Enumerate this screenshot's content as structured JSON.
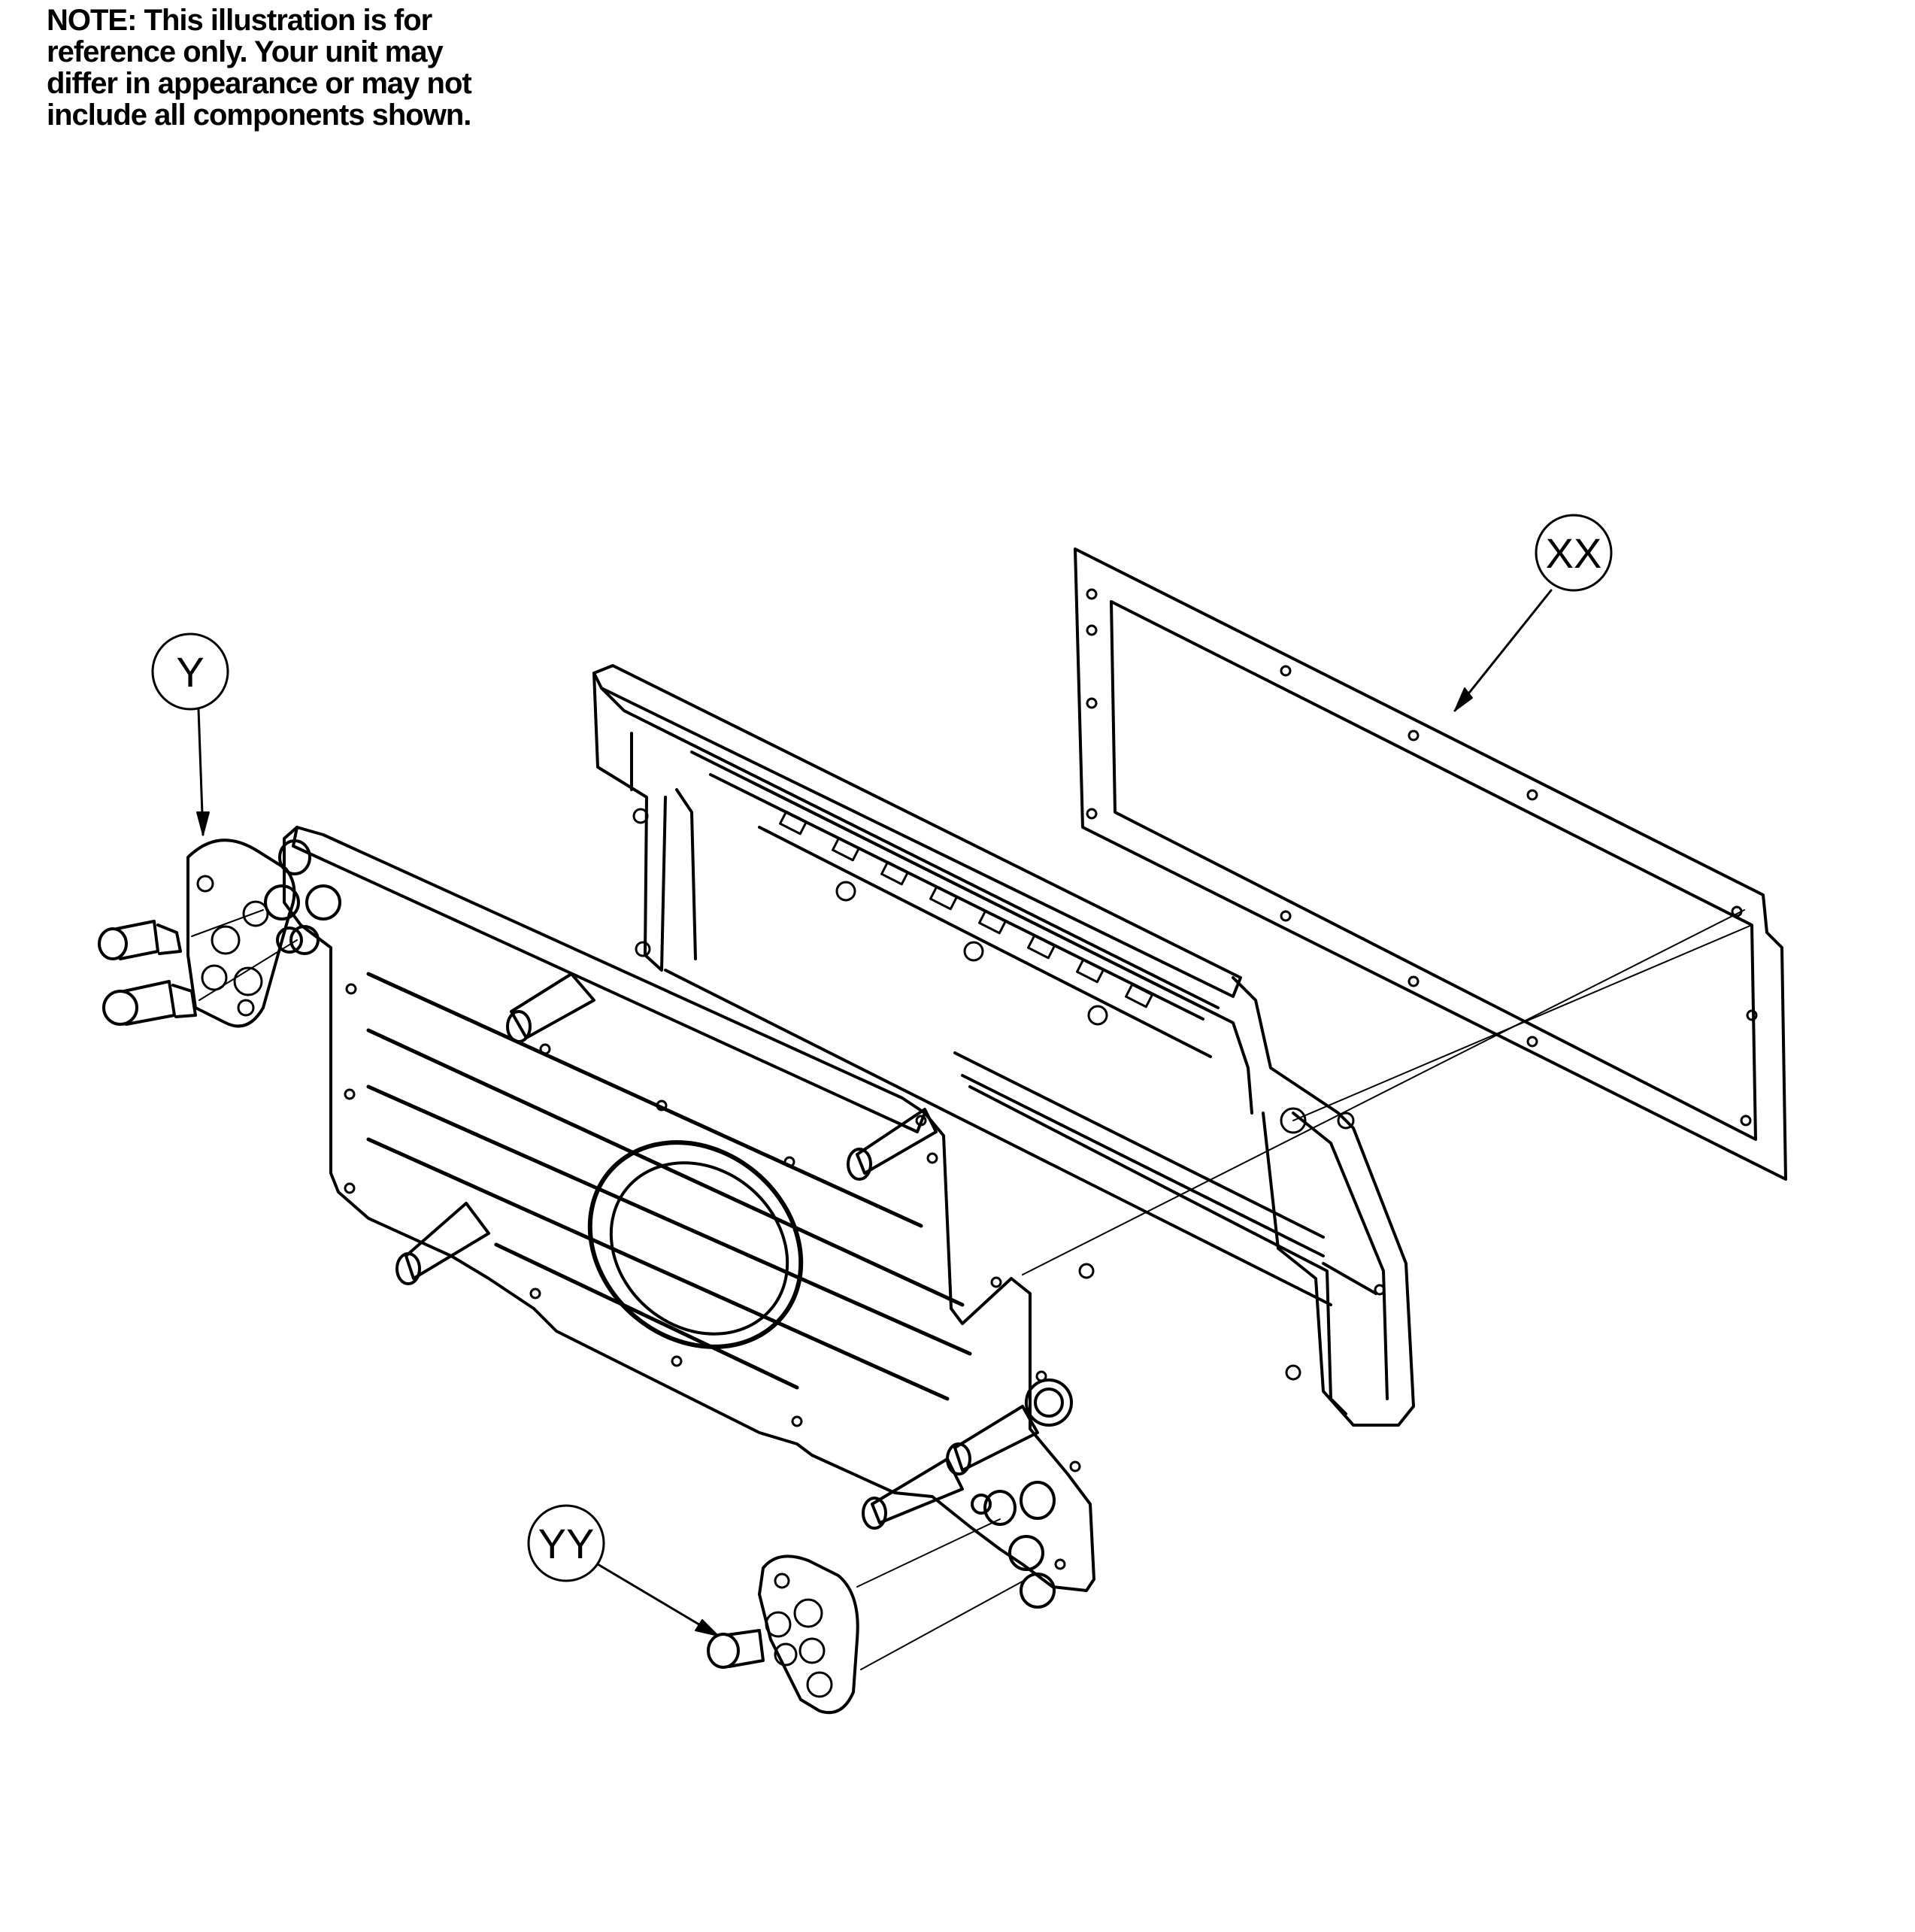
{
  "note": {
    "lines": [
      "NOTE: This illustration is for",
      "reference only. Your unit may",
      "differ in appearance or may not",
      "include all components shown."
    ]
  },
  "callouts": {
    "gasket": "XX",
    "bracket_top": "Y",
    "bracket_bottom": "YY"
  },
  "colors": {
    "ink": "#000000",
    "paper": "#ffffff"
  }
}
